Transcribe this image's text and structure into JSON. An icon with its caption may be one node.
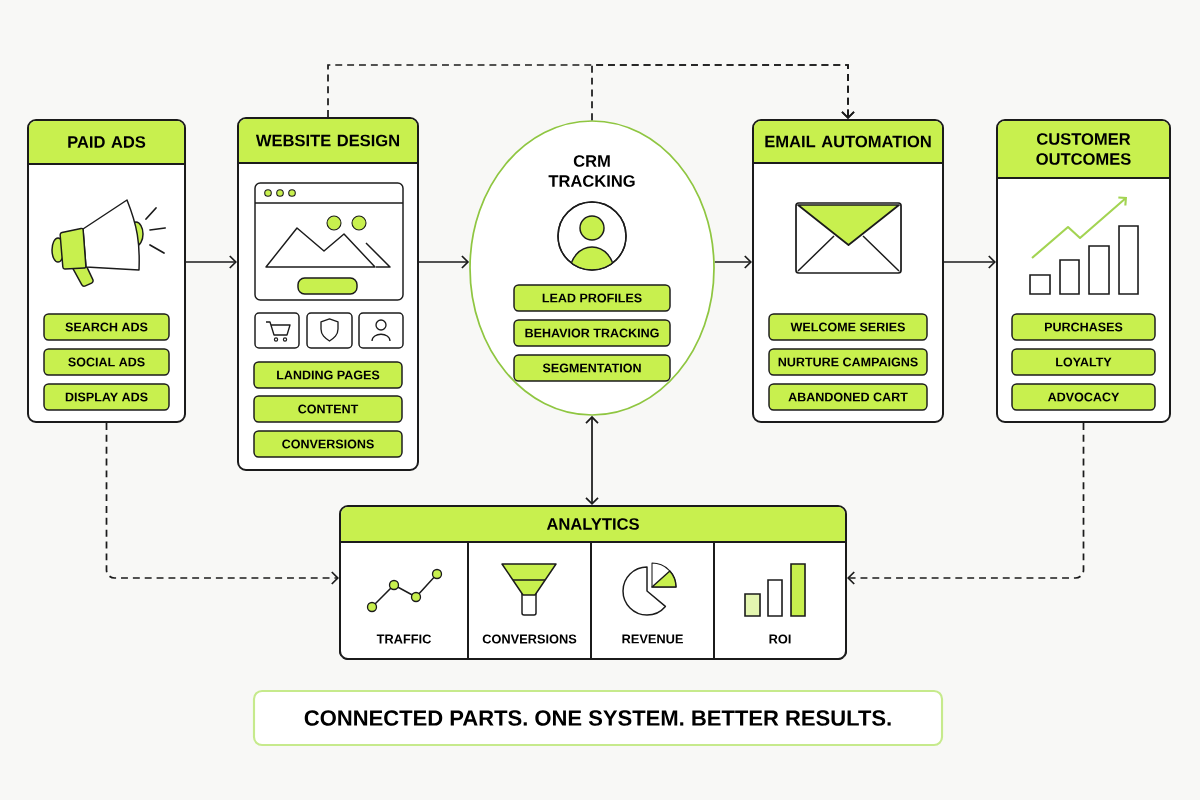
{
  "diagram": {
    "nodes": [
      {
        "text": [
          "PAID ADS"
        ]
      },
      {
        "text": [
          "SEARCH ADS"
        ],
        "in": 0
      },
      {
        "text": [
          "SOCIAL ADS"
        ],
        "in": 0
      },
      {
        "text": [
          "DISPLAY ADS"
        ],
        "in": 0
      },
      {
        "text": [
          "WEBSITE DESIGN"
        ]
      },
      {
        "text": [
          "LANDING PAGES"
        ],
        "in": 4
      },
      {
        "text": [
          "CONTENT"
        ],
        "in": 4
      },
      {
        "text": [
          "CONVERSIONS"
        ],
        "in": 4
      },
      {
        "text": [
          "CRM TRACKING"
        ]
      },
      {
        "text": [
          "LEAD PROFILES"
        ],
        "in": 8
      },
      {
        "text": [
          "BEHAVIOR TRACKING"
        ],
        "in": 8
      },
      {
        "text": [
          "SEGMENTATION"
        ],
        "in": 8
      },
      {
        "text": [
          "EMAIL AUTOMATION"
        ]
      },
      {
        "text": [
          "WELCOME SERIES"
        ],
        "in": 12
      },
      {
        "text": [
          "NURTURE CAMPAIGNS"
        ],
        "in": 12
      },
      {
        "text": [
          "ABANDONED CART"
        ],
        "in": 12
      },
      {
        "text": [
          "CUSTOMER OUTCOMES"
        ]
      },
      {
        "text": [
          "PURCHASES"
        ],
        "in": 16
      },
      {
        "text": [
          "LOYALTY"
        ],
        "in": 16
      },
      {
        "text": [
          "ADVOCACY"
        ],
        "in": 16
      },
      {
        "text": [
          "ANALYTICS"
        ]
      },
      {
        "text": [
          "TRAFFIC"
        ],
        "in": 20
      },
      {
        "text": [
          "CONVERSIONS"
        ],
        "in": 20
      },
      {
        "text": [
          "REVENUE"
        ],
        "in": 20
      },
      {
        "text": [
          "ROI"
        ],
        "in": 20
      },
      {
        "text": [
          "CONNECTED PARTS. ONE SYSTEM. BETTER RESULTS."
        ]
      }
    ],
    "edges": [
      {
        "from": 0,
        "to": 4,
        "arrow": "to"
      },
      {
        "from": 4,
        "to": 12,
        "arrow": "to",
        "style": "dashed"
      },
      {
        "from": 8,
        "to": 12,
        "arrow": "to",
        "style": "dashed"
      },
      {
        "from": 0,
        "to": 20,
        "arrow": "to",
        "style": "dashed"
      },
      {
        "from": 4,
        "to": 8,
        "arrow": "to"
      },
      {
        "from": 16,
        "to": 20,
        "arrow": "to",
        "style": "dashed"
      },
      {
        "from": 8,
        "to": 20,
        "arrow": "both"
      },
      {
        "from": 8,
        "to": 12,
        "arrow": "to"
      },
      {
        "from": 12,
        "to": 16,
        "arrow": "to"
      }
    ]
  }
}
